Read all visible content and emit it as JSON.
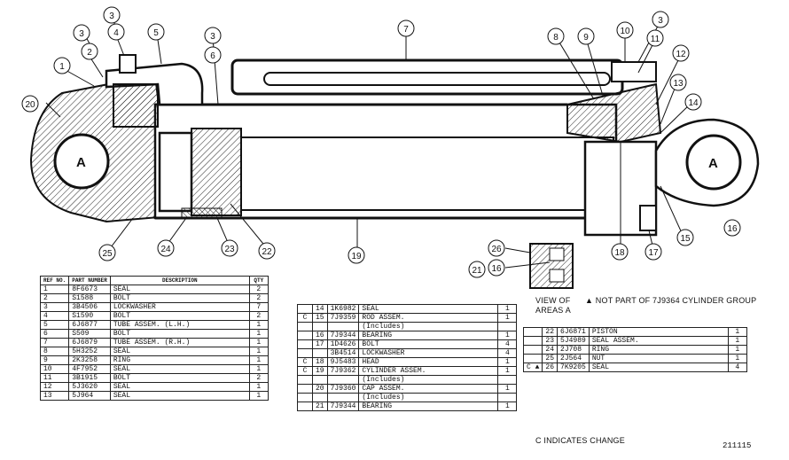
{
  "callouts": [
    "1",
    "2",
    "3",
    "3",
    "4",
    "5",
    "3",
    "6",
    "7",
    "8",
    "9",
    "10",
    "3",
    "11",
    "12",
    "13",
    "14",
    "15",
    "16",
    "17",
    "18",
    "19",
    "20",
    "21",
    "16",
    "22",
    "23",
    "24",
    "25",
    "26"
  ],
  "port_label": "A",
  "view_note": [
    "VIEW OF",
    "AREAS A"
  ],
  "not_part_note": "▲ NOT PART OF 7J9364 CYLINDER GROUP",
  "change_note": "C  INDICATES CHANGE",
  "drawing_number": "211115",
  "table_headers": {
    "ref": "REF NO.",
    "part": "PART NUMBER",
    "desc": "DESCRIPTION",
    "qty": "QTY"
  },
  "table1": [
    {
      "ref": "1",
      "part": "8F6673",
      "desc": "SEAL",
      "qty": "2"
    },
    {
      "ref": "2",
      "part": "S1588",
      "desc": "BOLT",
      "qty": "2"
    },
    {
      "ref": "3",
      "part": "3B4506",
      "desc": "LOCKWASHER",
      "qty": "7"
    },
    {
      "ref": "4",
      "part": "S1590",
      "desc": "BOLT",
      "qty": "2"
    },
    {
      "ref": "5",
      "part": "6J6877",
      "desc": "TUBE ASSEM.  (L.H.)",
      "qty": "1"
    },
    {
      "ref": "6",
      "part": "S509",
      "desc": "BOLT",
      "qty": "1"
    },
    {
      "ref": "7",
      "part": "6J6879",
      "desc": "TUBE ASSEM.  (R.H.)",
      "qty": "1"
    },
    {
      "ref": "8",
      "part": "5H3252",
      "desc": "SEAL",
      "qty": "1"
    },
    {
      "ref": "9",
      "part": "2K3258",
      "desc": "RING",
      "qty": "1"
    },
    {
      "ref": "10",
      "part": "4F7952",
      "desc": "SEAL",
      "qty": "1"
    },
    {
      "ref": "11",
      "part": "3B1915",
      "desc": "BOLT",
      "qty": "2"
    },
    {
      "ref": "12",
      "part": "5J3620",
      "desc": "SEAL",
      "qty": "1"
    },
    {
      "ref": "13",
      "part": "5J964",
      "desc": "SEAL",
      "qty": "1"
    }
  ],
  "table2": [
    {
      "flag": "",
      "ref": "14",
      "part": "1K6982",
      "desc": "SEAL",
      "qty": "1"
    },
    {
      "flag": "C",
      "ref": "15",
      "part": "7J9359",
      "desc": "ROD ASSEM.",
      "qty": "1"
    },
    {
      "flag": "",
      "ref": "",
      "part": "",
      "desc": "(Includes)",
      "qty": ""
    },
    {
      "flag": "",
      "ref": "16",
      "part": "7J9344",
      "desc": "BEARING",
      "qty": "1"
    },
    {
      "flag": "",
      "ref": "17",
      "part": "1D4626",
      "desc": "BOLT",
      "qty": "4"
    },
    {
      "flag": "",
      "ref": "",
      "part": "3B4514",
      "desc": "LOCKWASHER",
      "qty": "4"
    },
    {
      "flag": "C",
      "ref": "18",
      "part": "9J5483",
      "desc": "HEAD",
      "qty": "1"
    },
    {
      "flag": "C",
      "ref": "19",
      "part": "7J9362",
      "desc": "CYLINDER ASSEM.",
      "qty": "1"
    },
    {
      "flag": "",
      "ref": "",
      "part": "",
      "desc": "(Includes)",
      "qty": ""
    },
    {
      "flag": "",
      "ref": "20",
      "part": "7J9360",
      "desc": "CAP ASSEM.",
      "qty": "1"
    },
    {
      "flag": "",
      "ref": "",
      "part": "",
      "desc": "(Includes)",
      "qty": ""
    },
    {
      "flag": "",
      "ref": "21",
      "part": "7J9344",
      "desc": "BEARING",
      "qty": "1"
    }
  ],
  "table3": [
    {
      "flag": "",
      "ref": "22",
      "part": "6J6871",
      "desc": "PISTON",
      "qty": "1"
    },
    {
      "flag": "",
      "ref": "23",
      "part": "5J4989",
      "desc": "SEAL ASSEM.",
      "qty": "1"
    },
    {
      "flag": "",
      "ref": "24",
      "part": "2J708",
      "desc": "RING",
      "qty": "1"
    },
    {
      "flag": "",
      "ref": "25",
      "part": "2J564",
      "desc": "NUT",
      "qty": "1"
    },
    {
      "flag": "C ▲",
      "ref": "26",
      "part": "7K9205",
      "desc": "SEAL",
      "qty": "4"
    }
  ]
}
